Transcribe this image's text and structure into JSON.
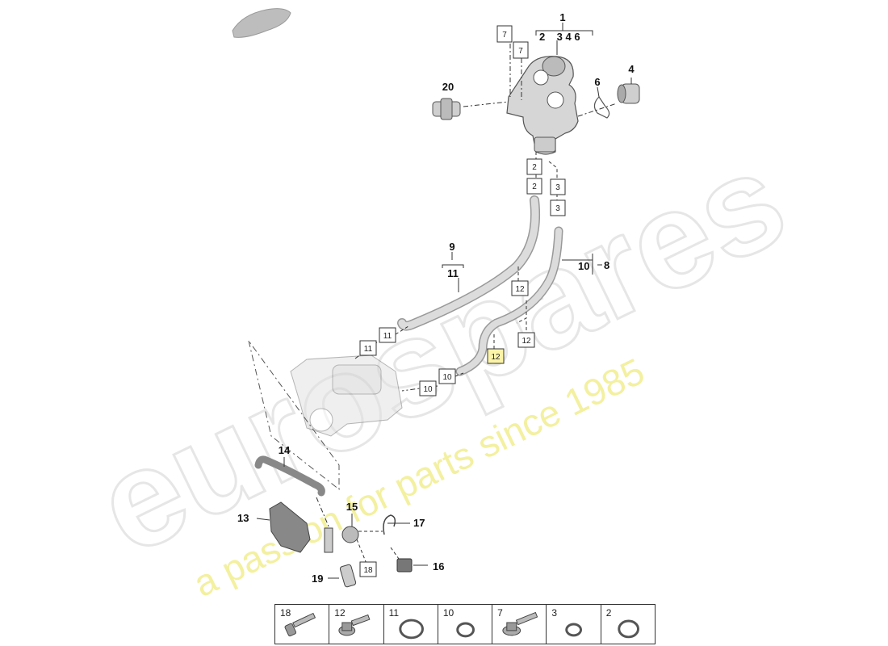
{
  "watermark": {
    "brand": "eurospares",
    "tagline": "a passion for parts since 1985"
  },
  "callouts": {
    "c1": "1",
    "c1_subs": "2    3 4 6",
    "c4": "4",
    "c6": "6",
    "c20": "20",
    "c9": "9",
    "c11": "11",
    "c10": "10",
    "c8": "8",
    "c14": "14",
    "c13": "13",
    "c15": "15",
    "c17": "17",
    "c16": "16",
    "c19": "19"
  },
  "boxes": {
    "b7a": "7",
    "b7b": "7",
    "b2a": "2",
    "b2b": "2",
    "b3a": "3",
    "b3b": "3",
    "b12a": "12",
    "b12b": "12",
    "b12c": "12",
    "b11a": "11",
    "b11b": "11",
    "b10a": "10",
    "b10b": "10",
    "b18": "18"
  },
  "legend": [
    {
      "num": "18",
      "icon": "bolt-icon"
    },
    {
      "num": "12",
      "icon": "flange-bolt-icon"
    },
    {
      "num": "11",
      "icon": "ring-seal-icon"
    },
    {
      "num": "10",
      "icon": "ring-seal-icon"
    },
    {
      "num": "7",
      "icon": "flange-bolt-icon"
    },
    {
      "num": "3",
      "icon": "ring-seal-icon"
    },
    {
      "num": "2",
      "icon": "ring-seal-icon"
    }
  ]
}
